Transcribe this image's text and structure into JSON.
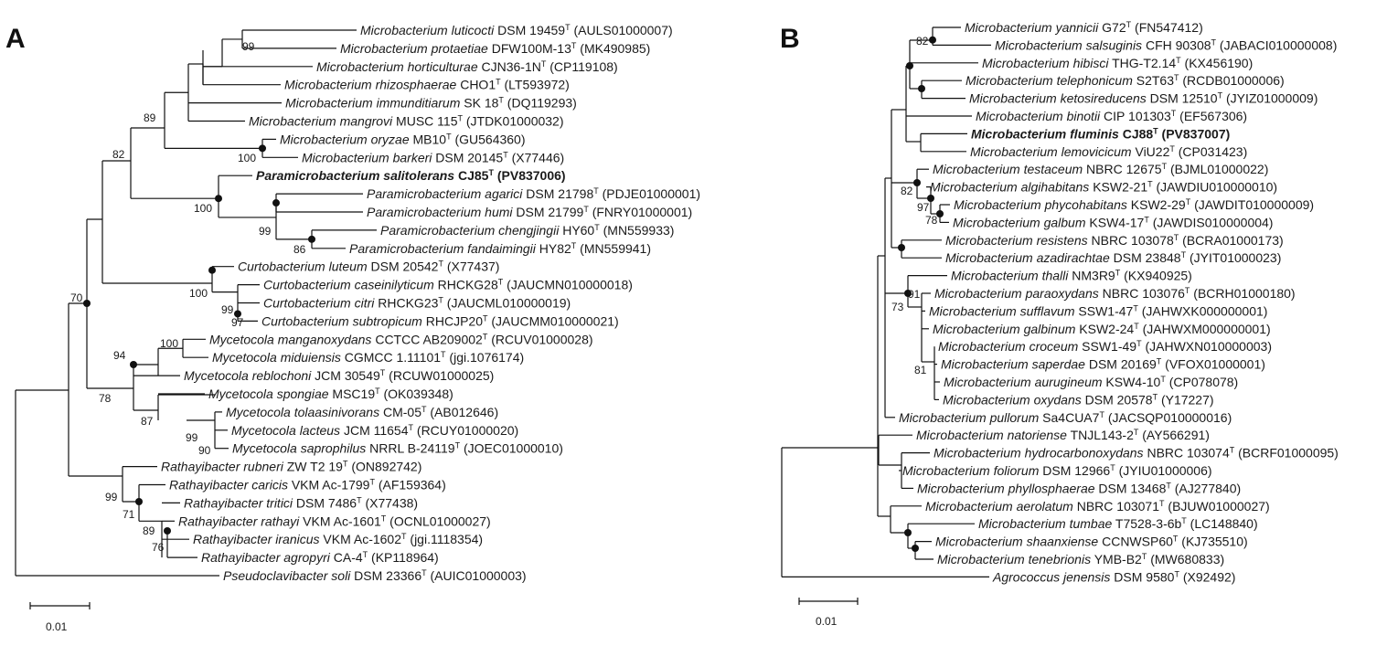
{
  "panels": [
    {
      "label": "A",
      "scale_label": "0.01",
      "taxa": [
        {
          "genus": "Microbacterium luticocti",
          "rest": " DSM 19459",
          "sup": "T",
          "acc": " (AULS01000007)"
        },
        {
          "genus": "Microbacterium protaetiae",
          "rest": " DFW100M-13",
          "sup": "T",
          "acc": " (MK490985)"
        },
        {
          "genus": "Microbacterium horticulturae",
          "rest": " CJN36-1N",
          "sup": "T",
          "acc": " (CP119108)"
        },
        {
          "genus": "Microbacterium rhizosphaerae",
          "rest": " CHO1",
          "sup": "T",
          "acc": " (LT593972)"
        },
        {
          "genus": "Microbacterium immunditiarum",
          "rest": " SK 18",
          "sup": "T",
          "acc": " (DQ119293)"
        },
        {
          "genus": "Microbacterium mangrovi",
          "rest": " MUSC 115",
          "sup": "T",
          "acc": " (JTDK01000032)"
        },
        {
          "genus": "Microbacterium oryzae",
          "rest": " MB10",
          "sup": "T",
          "acc": " (GU564360)"
        },
        {
          "genus": "Microbacterium barkeri",
          "rest": " DSM 20145",
          "sup": "T",
          "acc": " (X77446)"
        },
        {
          "genus": "Paramicrobacterium salitolerans",
          "rest": " CJ85",
          "sup": "T",
          "acc": " (PV837006)",
          "bold": true
        },
        {
          "genus": "Paramicrobacterium agarici",
          "rest": " DSM 21798",
          "sup": "T",
          "acc": " (PDJE01000001)"
        },
        {
          "genus": "Paramicrobacterium humi",
          "rest": " DSM 21799",
          "sup": "T",
          "acc": " (FNRY01000001)"
        },
        {
          "genus": "Paramicrobacterium chengjingii",
          "rest": " HY60",
          "sup": "T",
          "acc": " (MN559933)"
        },
        {
          "genus": "Paramicrobacterium fandaimingii",
          "rest": " HY82",
          "sup": "T",
          "acc": " (MN559941)"
        },
        {
          "genus": "Curtobacterium luteum",
          "rest": " DSM 20542",
          "sup": "T",
          "acc": " (X77437)"
        },
        {
          "genus": "Curtobacterium caseinilyticum",
          "rest": " RHCKG28",
          "sup": "T",
          "acc": " (JAUCMN010000018)"
        },
        {
          "genus": "Curtobacterium citri",
          "rest": " RHCKG23",
          "sup": "T",
          "acc": " (JAUCML010000019)"
        },
        {
          "genus": "Curtobacterium subtropicum",
          "rest": " RHCJP20",
          "sup": "T",
          "acc": " (JAUCMM010000021)"
        },
        {
          "genus": "Mycetocola manganoxydans",
          "rest": " CCTCC AB209002",
          "sup": "T",
          "acc": " (RCUV01000028)"
        },
        {
          "genus": "Mycetocola miduiensis",
          "rest": " CGMCC 1.11101",
          "sup": "T",
          "acc": " (jgi.1076174)"
        },
        {
          "genus": "Mycetocola reblochoni",
          "rest": " JCM 30549",
          "sup": "T",
          "acc": " (RCUW01000025)"
        },
        {
          "genus": "Mycetocola spongiae",
          "rest": " MSC19",
          "sup": "T",
          "acc": " (OK039348)"
        },
        {
          "genus": "Mycetocola tolaasinivorans",
          "rest": " CM-05",
          "sup": "T",
          "acc": " (AB012646)"
        },
        {
          "genus": "Mycetocola lacteus",
          "rest": " JCM 11654",
          "sup": "T",
          "acc": " (RCUY01000020)"
        },
        {
          "genus": "Mycetocola saprophilus",
          "rest": " NRRL B-24119",
          "sup": "T",
          "acc": " (JOEC01000010)"
        },
        {
          "genus": "Rathayibacter rubneri",
          "rest": " ZW T2 19",
          "sup": "T",
          "acc": " (ON892742)"
        },
        {
          "genus": "Rathayibacter caricis",
          "rest": " VKM Ac-1799",
          "sup": "T",
          "acc": " (AF159364)"
        },
        {
          "genus": "Rathayibacter tritici",
          "rest": " DSM 7486",
          "sup": "T",
          "acc": " (X77438)"
        },
        {
          "genus": "Rathayibacter rathayi",
          "rest": " VKM Ac-1601",
          "sup": "T",
          "acc": " (OCNL01000027)"
        },
        {
          "genus": "Rathayibacter iranicus",
          "rest": " VKM Ac-1602",
          "sup": "T",
          "acc": " (jgi.1118354)"
        },
        {
          "genus": "Rathayibacter agropyri",
          "rest": " CA-4",
          "sup": "T",
          "acc": " (KP118964)"
        },
        {
          "genus": "Pseudoclavibacter soli",
          "rest": " DSM 23366",
          "sup": "T",
          "acc": " (AUIC01000003)"
        }
      ],
      "bootstraps": [
        "99",
        "89",
        "82",
        "100",
        "100",
        "99",
        "86",
        "100",
        "99",
        "97",
        "70",
        "100",
        "94",
        "78",
        "87",
        "99",
        "90",
        "99",
        "71",
        "89",
        "76"
      ]
    },
    {
      "label": "B",
      "scale_label": "0.01",
      "taxa": [
        {
          "genus": "Microbacterium yannicii",
          "rest": " G72",
          "sup": "T",
          "acc": " (FN547412)"
        },
        {
          "genus": "Microbacterium salsuginis",
          "rest": " CFH 90308",
          "sup": "T",
          "acc": " (JABACI010000008)"
        },
        {
          "genus": "Microbacterium hibisci",
          "rest": " THG-T2.14",
          "sup": "T",
          "acc": " (KX456190)"
        },
        {
          "genus": "Microbacterium telephonicum",
          "rest": " S2T63",
          "sup": "T",
          "acc": " (RCDB01000006)"
        },
        {
          "genus": "Microbacterium ketosireducens",
          "rest": " DSM 12510",
          "sup": "T",
          "acc": " (JYIZ01000009)"
        },
        {
          "genus": "Microbacterium binotii",
          "rest": " CIP 101303",
          "sup": "T",
          "acc": " (EF567306)"
        },
        {
          "genus": "Microbacterium fluminis",
          "rest": " CJ88",
          "sup": "T",
          "acc": " (PV837007)",
          "bold": true
        },
        {
          "genus": "Microbacterium lemovicicum",
          "rest": " ViU22",
          "sup": "T",
          "acc": " (CP031423)"
        },
        {
          "genus": "Microbacterium testaceum",
          "rest": " NBRC 12675",
          "sup": "T",
          "acc": " (BJML01000022)"
        },
        {
          "genus": "Microbacterium algihabitans",
          "rest": " KSW2-21",
          "sup": "T",
          "acc": " (JAWDIU010000010)"
        },
        {
          "genus": "Microbacterium phycohabitans",
          "rest": " KSW2-29",
          "sup": "T",
          "acc": " (JAWDIT010000009)"
        },
        {
          "genus": "Microbacterium galbum",
          "rest": " KSW4-17",
          "sup": "T",
          "acc": " (JAWDIS010000004)"
        },
        {
          "genus": "Microbacterium resistens",
          "rest": " NBRC 103078",
          "sup": "T",
          "acc": " (BCRA01000173)"
        },
        {
          "genus": "Microbacterium azadirachtae",
          "rest": " DSM 23848",
          "sup": "T",
          "acc": " (JYIT01000023)"
        },
        {
          "genus": "Microbacterium thalli",
          "rest": " NM3R9",
          "sup": "T",
          "acc": " (KX940925)"
        },
        {
          "genus": "Microbacterium paraoxydans",
          "rest": " NBRC 103076",
          "sup": "T",
          "acc": " (BCRH01000180)"
        },
        {
          "genus": "Microbacterium sufflavum",
          "rest": " SSW1-47",
          "sup": "T",
          "acc": " (JAHWXK000000001)"
        },
        {
          "genus": "Microbacterium galbinum",
          "rest": " KSW2-24",
          "sup": "T",
          "acc": " (JAHWXM000000001)"
        },
        {
          "genus": "Microbacterium croceum",
          "rest": " SSW1-49",
          "sup": "T",
          "acc": " (JAHWXN010000003)"
        },
        {
          "genus": "Microbacterium saperdae",
          "rest": " DSM 20169",
          "sup": "T",
          "acc": " (VFOX01000001)"
        },
        {
          "genus": "Microbacterium aurugineum",
          "rest": " KSW4-10",
          "sup": "T",
          "acc": " (CP078078)"
        },
        {
          "genus": "Microbacterium oxydans",
          "rest": " DSM 20578",
          "sup": "T",
          "acc": " (Y17227)"
        },
        {
          "genus": "Microbacterium pullorum",
          "rest": " Sa4CUA7",
          "sup": "T",
          "acc": " (JACSQP010000016)"
        },
        {
          "genus": "Microbacterium natoriense",
          "rest": " TNJL143-2",
          "sup": "T",
          "acc": " (AY566291)"
        },
        {
          "genus": "Microbacterium hydrocarbonoxydans",
          "rest": " NBRC 103074",
          "sup": "T",
          "acc": " (BCRF01000095)"
        },
        {
          "genus": "Microbacterium foliorum",
          "rest": " DSM 12966",
          "sup": "T",
          "acc": " (JYIU01000006)"
        },
        {
          "genus": "Microbacterium phyllosphaerae",
          "rest": " DSM 13468",
          "sup": "T",
          "acc": " (AJ277840)"
        },
        {
          "genus": "Microbacterium aerolatum",
          "rest": " NBRC 103071",
          "sup": "T",
          "acc": " (BJUW01000027)"
        },
        {
          "genus": "Microbacterium tumbae",
          "rest": " T7528-3-6b",
          "sup": "T",
          "acc": " (LC148840)"
        },
        {
          "genus": "Microbacterium shaanxiense",
          "rest": " CCNWSP60",
          "sup": "T",
          "acc": " (KJ735510)"
        },
        {
          "genus": "Microbacterium tenebrionis",
          "rest": " YMB-B2",
          "sup": "T",
          "acc": " (MW680833)"
        },
        {
          "genus": "Agrococcus jenensis",
          "rest": " DSM 9580",
          "sup": "T",
          "acc": " (X92492)"
        }
      ],
      "bootstraps": [
        "82",
        "82",
        "97",
        "78",
        "91",
        "73",
        "81"
      ]
    }
  ]
}
